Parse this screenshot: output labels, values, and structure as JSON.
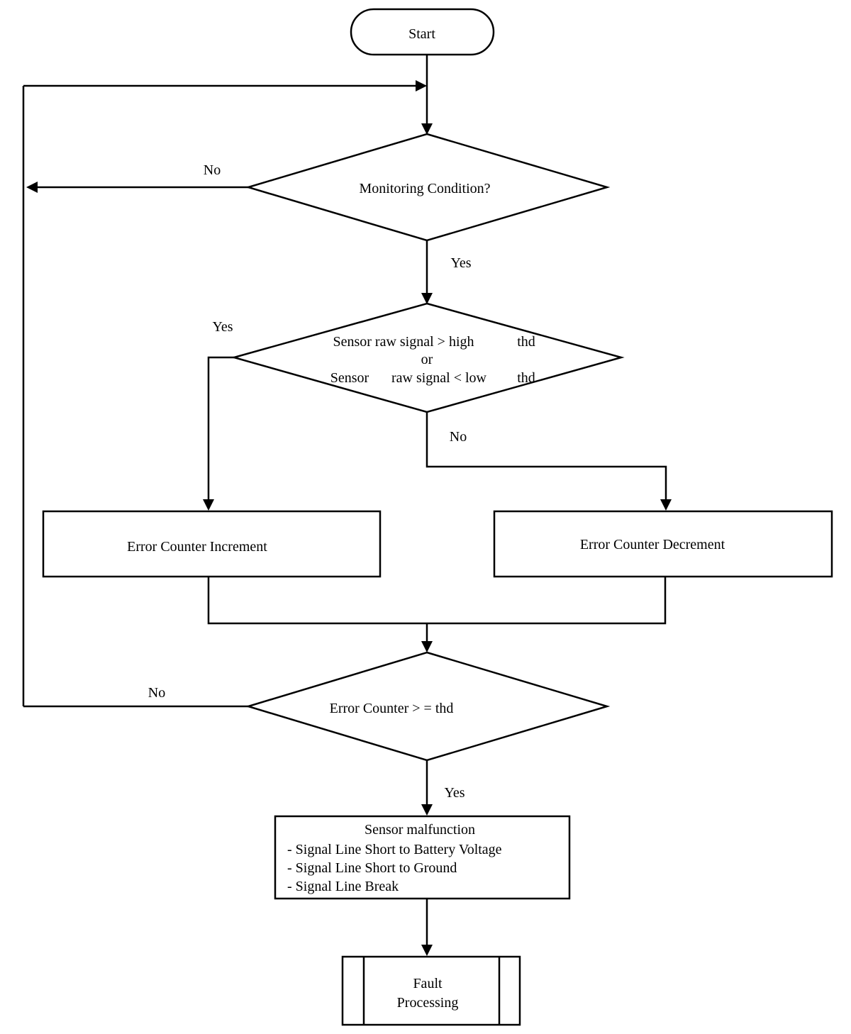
{
  "nodes": {
    "start": "Start",
    "monitoring": "Monitoring Condition?",
    "signal_line1_a": "Sensor raw signal > high",
    "signal_line1_b": "thd",
    "signal_line2": "or",
    "signal_line3_a": "Sensor",
    "signal_line3_b": "raw signal < low",
    "signal_line3_c": "thd",
    "increment": "Error Counter Increment",
    "decrement": "Error Counter Decrement",
    "counter_check": "Error Counter > = thd",
    "malfunction_title": "Sensor malfunction",
    "malfunction_items": [
      "- Signal Line Short to Battery Voltage",
      "- Signal Line Short to Ground",
      "- Signal Line Break"
    ],
    "fault_line1": "Fault",
    "fault_line2": "Processing"
  },
  "edges": {
    "monitoring_no": "No",
    "monitoring_yes": "Yes",
    "signal_yes": "Yes",
    "signal_no": "No",
    "counter_no": "No",
    "counter_yes": "Yes"
  }
}
